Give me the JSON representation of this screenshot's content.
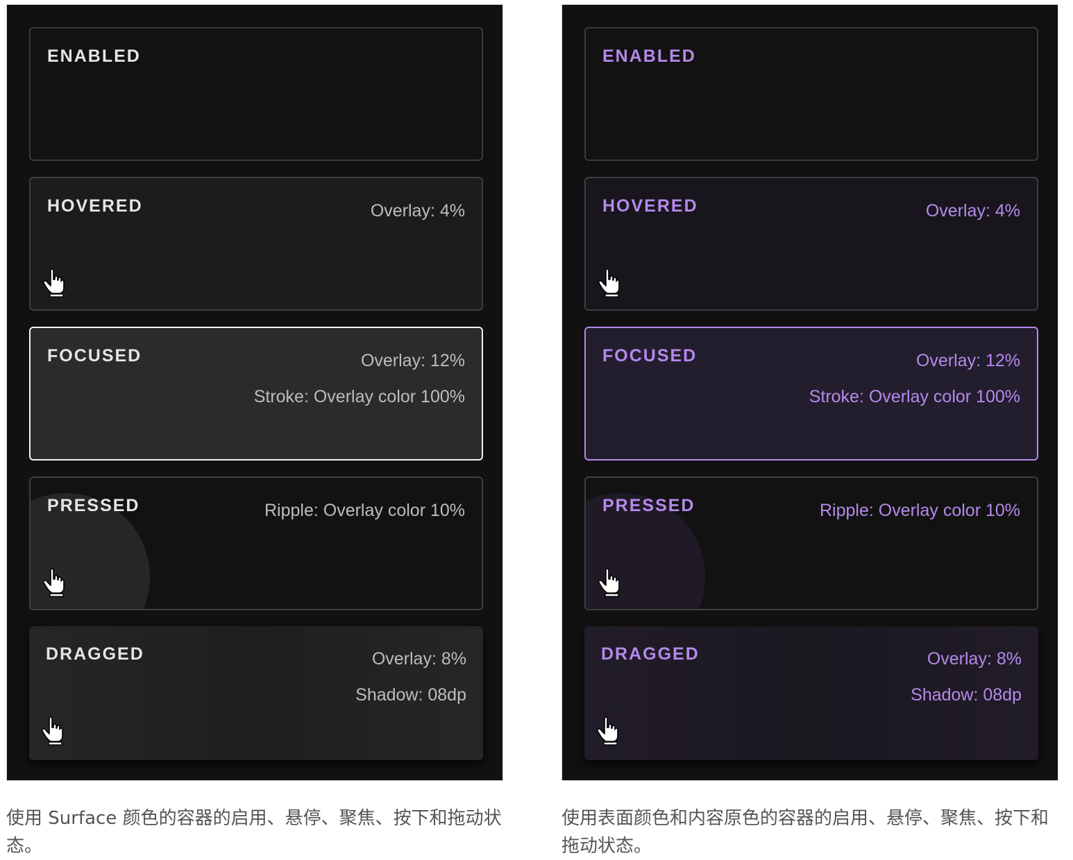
{
  "left_panel": {
    "cards": [
      {
        "label": "ENABLED"
      },
      {
        "label": "HOVERED",
        "note1": "Overlay: 4%"
      },
      {
        "label": "FOCUSED",
        "note1": "Overlay: 12%",
        "note2": "Stroke: Overlay color 100%"
      },
      {
        "label": "PRESSED",
        "note1": "Ripple: Overlay color 10%"
      },
      {
        "label": "DRAGGED",
        "note1": "Overlay: 8%",
        "note2": "Shadow: 08dp"
      }
    ],
    "caption": "使用 Surface 颜色的容器的启用、悬停、聚焦、按下和拖动状态。",
    "text_color": "#e6e6e6"
  },
  "right_panel": {
    "cards": [
      {
        "label": "ENABLED"
      },
      {
        "label": "HOVERED",
        "note1": "Overlay: 4%"
      },
      {
        "label": "FOCUSED",
        "note1": "Overlay: 12%",
        "note2": "Stroke: Overlay color 100%"
      },
      {
        "label": "PRESSED",
        "note1": "Ripple: Overlay color 10%"
      },
      {
        "label": "DRAGGED",
        "note1": "Overlay: 8%",
        "note2": "Shadow: 08dp"
      }
    ],
    "caption": "使用表面颜色和内容原色的容器的启用、悬停、聚焦、按下和拖动状态。",
    "text_color": "#b589ec"
  },
  "icons": {
    "cursor": "hand-pointer-icon"
  }
}
